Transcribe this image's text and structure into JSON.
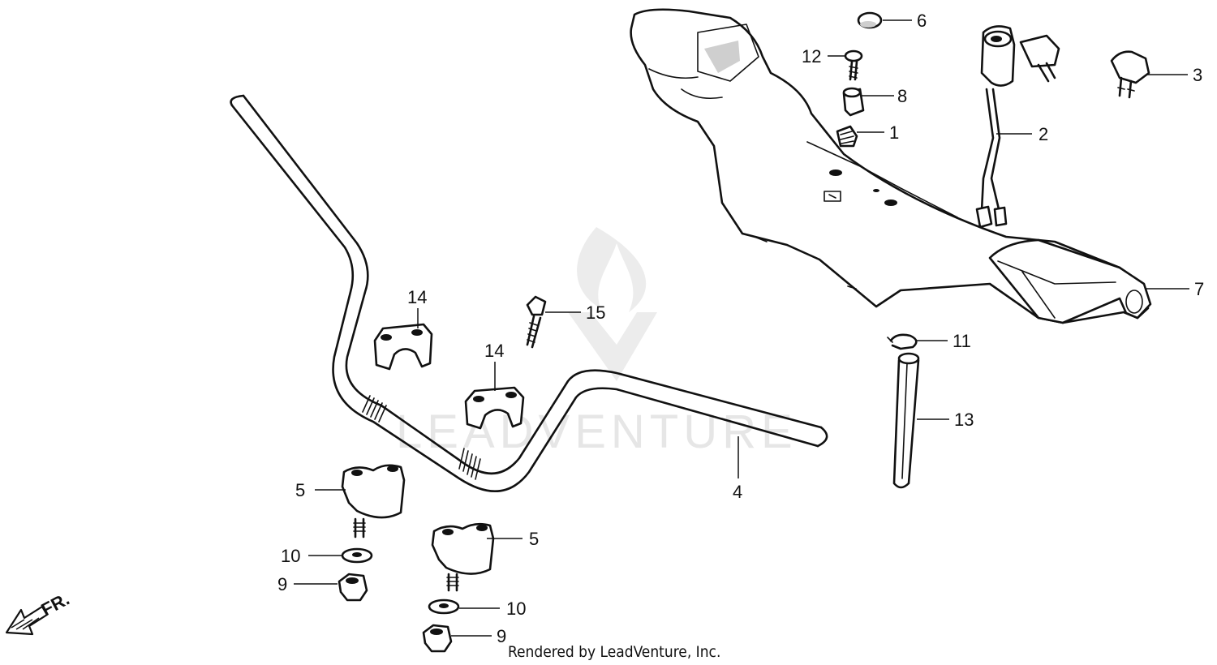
{
  "callouts": {
    "c1": "1",
    "c2": "2",
    "c3": "3",
    "c4": "4",
    "c5a": "5",
    "c5b": "5",
    "c6": "6",
    "c7": "7",
    "c8": "8",
    "c9a": "9",
    "c9b": "9",
    "c10a": "10",
    "c10b": "10",
    "c11": "11",
    "c12": "12",
    "c13": "13",
    "c14a": "14",
    "c14b": "14",
    "c15": "15"
  },
  "direction_label": "FR.",
  "credit": "Rendered by LeadVenture, Inc.",
  "watermark": "LEADVENTURE"
}
